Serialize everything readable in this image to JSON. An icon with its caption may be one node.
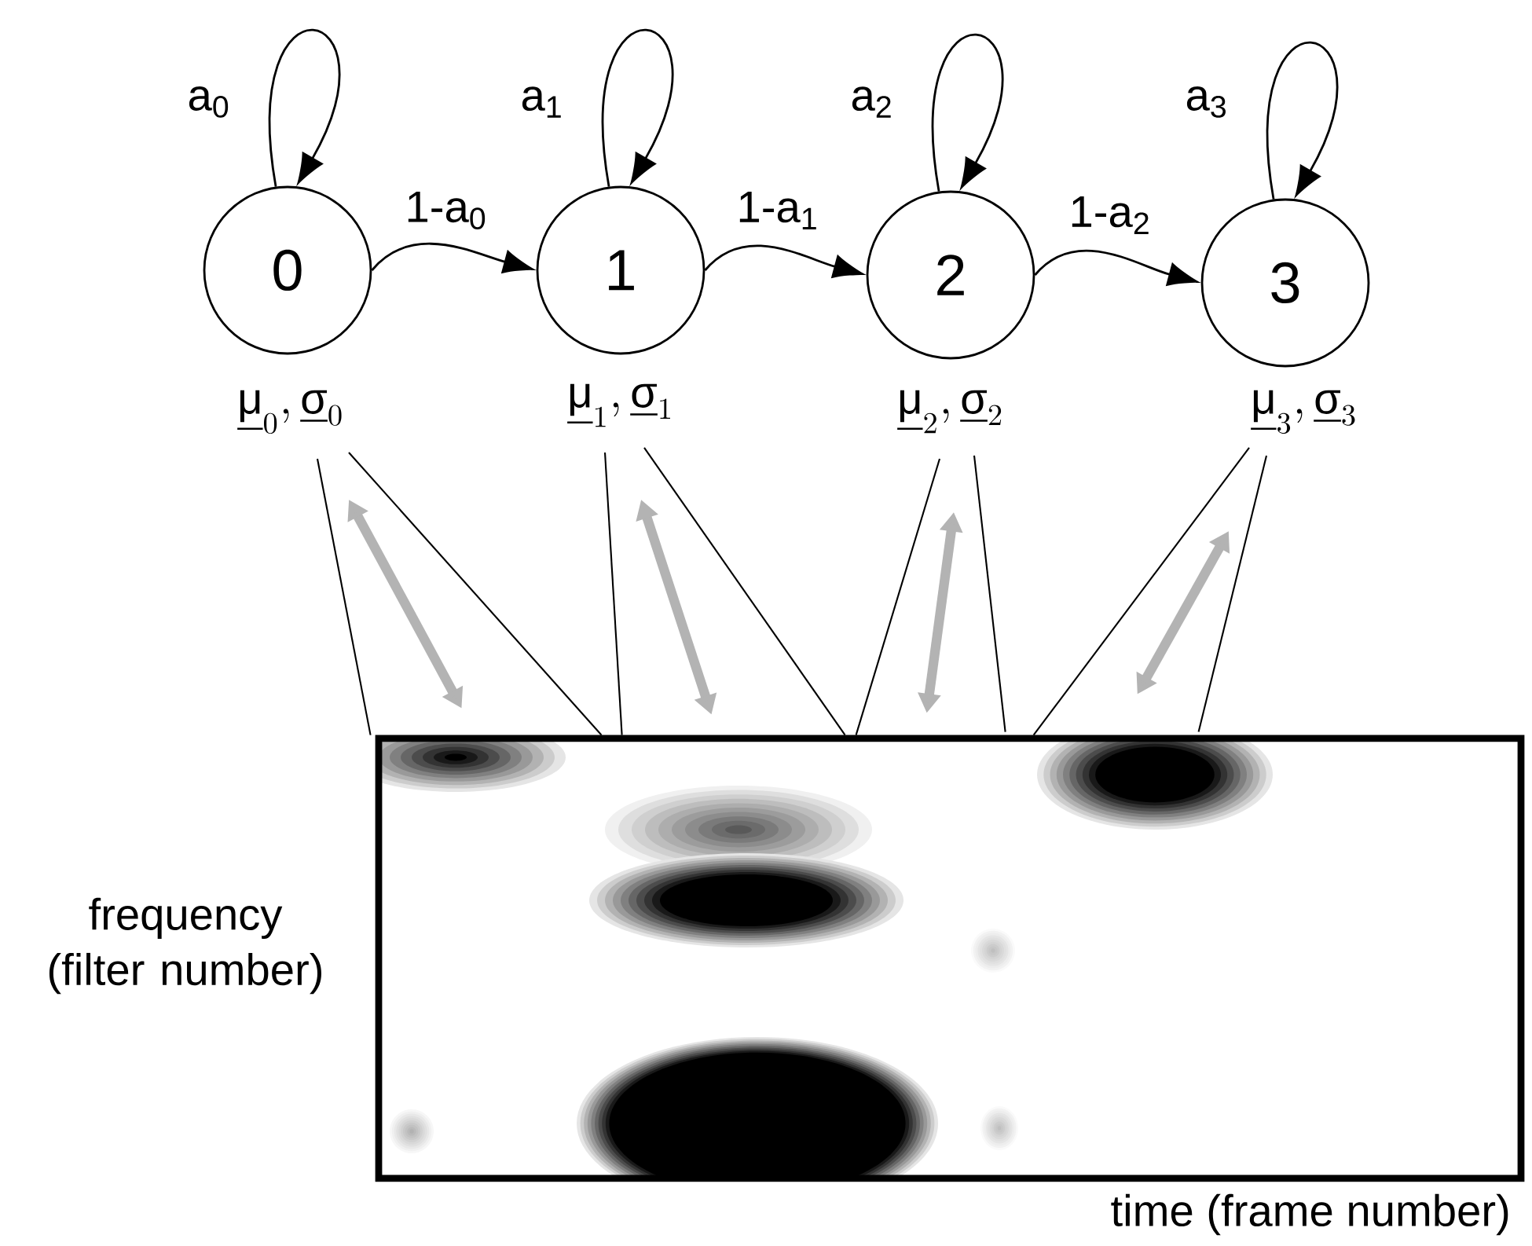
{
  "diagram": {
    "nodes": [
      {
        "text": [
          "0"
        ]
      },
      {
        "text": [
          "1"
        ]
      },
      {
        "text": [
          "2"
        ]
      },
      {
        "text": [
          "3"
        ]
      },
      {
        "text": [
          "\\underline{\\text{μ}}_{0},\\underline{\\text{σ}}_{0}"
        ]
      },
      {
        "text": [
          "\\underline{\\text{μ}}_{1},\\underline{\\text{σ}}_{1}"
        ]
      },
      {
        "text": [
          "\\underline{\\text{μ}}_{2},\\underline{\\text{σ}}_{2}"
        ]
      },
      {
        "text": [
          "\\underline{\\text{μ}}_{3},\\underline{\\text{σ}}_{3}"
        ]
      },
      {
        "text": [],
        "shape": "picture",
        "beside": [
          "frequency (filter number)",
          "time (frame number)"
        ]
      }
    ],
    "edges": [
      {
        "from": 0,
        "to": 0,
        "arrow": "to",
        "label": "a$_{0}$"
      },
      {
        "from": 1,
        "to": 1,
        "arrow": "to",
        "label": "a$_{1}$"
      },
      {
        "from": 2,
        "to": 2,
        "arrow": "to",
        "label": "a$_{2}$"
      },
      {
        "from": 3,
        "to": 3,
        "arrow": "to",
        "label": "a$_{3}$"
      },
      {
        "from": 0,
        "to": 1,
        "arrow": "to",
        "label": "1-a$_{0}$"
      },
      {
        "from": 1,
        "to": 2,
        "arrow": "to",
        "label": "1-a$_{1}$"
      },
      {
        "from": 2,
        "to": 3,
        "arrow": "to",
        "label": "1-a$_{2}$"
      },
      {
        "from": 4,
        "to": 8,
        "arrow": "both",
        "style": "thick",
        "color": "#b3b3b3"
      },
      {
        "from": 5,
        "to": 8,
        "arrow": "both",
        "style": "thick",
        "color": "#b3b3b3"
      },
      {
        "from": 6,
        "to": 8,
        "arrow": "both",
        "style": "thick",
        "color": "#b3b3b3"
      },
      {
        "from": 7,
        "to": 8,
        "arrow": "both",
        "style": "thick",
        "color": "#b3b3b3"
      },
      {
        "from": 4,
        "to": 8,
        "arrow": "none"
      },
      {
        "from": 4,
        "to": 8,
        "arrow": "none"
      },
      {
        "from": 5,
        "to": 8,
        "arrow": "none"
      },
      {
        "from": 5,
        "to": 8,
        "arrow": "none"
      },
      {
        "from": 6,
        "to": 8,
        "arrow": "none"
      },
      {
        "from": 6,
        "to": 8,
        "arrow": "none"
      },
      {
        "from": 7,
        "to": 8,
        "arrow": "none"
      },
      {
        "from": 7,
        "to": 8,
        "arrow": "none"
      }
    ]
  }
}
